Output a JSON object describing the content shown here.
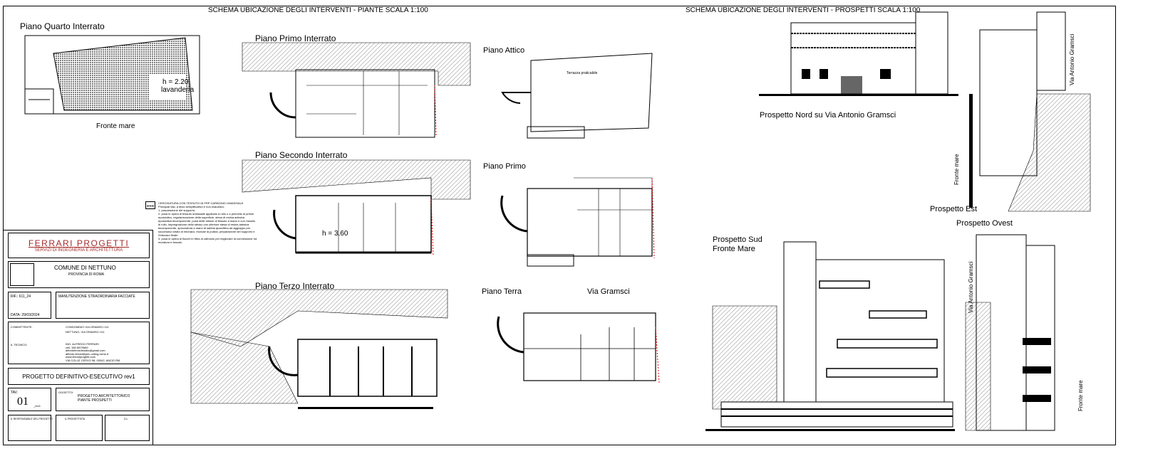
{
  "headers": {
    "plans": "SCHEMA UBICAZIONE DEGLI INTERVENTI - PIANTE SCALA 1:100",
    "elevations": "SCHEMA UBICAZIONE DEGLI INTERVENTI - PROSPETTI SCALA 1:100"
  },
  "plans": {
    "quarto": {
      "title": "Piano Quarto Interrato",
      "height": "h = 2.20",
      "room": "lavanderia",
      "caption": "Fronte mare"
    },
    "primo_interrato": {
      "title": "Piano Primo Interrato"
    },
    "secondo": {
      "title": "Piano Secondo Interrato",
      "height": "h = 3.60"
    },
    "terzo": {
      "title": "Piano Terzo Interrato"
    },
    "attico": {
      "title": "Piano Attico",
      "room": "Terrazza praticabile"
    },
    "primo": {
      "title": "Piano Primo"
    },
    "terra": {
      "title": "Piano Terra",
      "street": "Via Gramsci"
    }
  },
  "elevations": {
    "nord": "Prospetto Nord su Via Antonio Gramsci",
    "est": "Prospetto Est",
    "ovest": "Prospetto Ovest",
    "sud_1": "Prospetto Sud",
    "sud_2": "Fronte Mare",
    "via_gramsci_1": "Via Antonio Gramsci",
    "via_gramsci_2": "Via Antonio Gramsci",
    "fronte_mare_1": "Fronte mare",
    "fronte_mare_2": "Fronte mare"
  },
  "legend": {
    "title": "CERCHIATURA CON TESSUTO IN FRP CARBONIO UNIASSIALE",
    "subtitle": "Principali fasi, a titolo semplificativo e non esaustivo:",
    "items": [
      "1. preparazione del supporto;",
      "2. posa in opera di tessuto uniassiale applicato a rullo o a pennello di primer epossidico, regolarizzazione della superficie, stesa di resina adesiva epossidica bicomponente, posa delle strisce di tessuto a mano e con l'ausilio di rullo, impregnazione dello stesso con ulteriore stesa di resina adesiva bicomponente, spruzzatura a mano di sabbia quarzifera ad aggrappo per successivo strato di intonaco, escluse la pulizia, preparazione del supporto e l'intonaco finale",
      "3. posa in opera di fiocchi in fibra di carbonio per migliorare la connessione tra muratura e tessuto"
    ]
  },
  "title_block": {
    "company": "FERRARI PROGETTI",
    "company_sub": "SERVIZI DI INGEGNERIA E ARCHITETTURA",
    "comune": "COMUNE DI NETTUNO",
    "provincia": "PROVINCIA DI ROMA",
    "rif": "RIF.: 611_24",
    "data": "DATA: 29/03/2024",
    "intervento": "MANUTENZIONE STRAORDINARIA FACCIATE",
    "committente_label": "COMMITTENTE:",
    "committente_1": "CONDOMINIO VIA GRAMSCI 111",
    "committente_2": "NETTUNO, VIA GRAMSCI 111",
    "tecnico_label": "IL TECNICO:",
    "tecnico": [
      "ING. ALFREDO FERRARI",
      "cell. 360 8875569",
      "alfredoferraristudio@gmail.com",
      "alfredo.ferrari@pec.ording.roma.it",
      "www.ferrariprogetti.com",
      "VIA COLLE CERVO 98, 00042, ANZIO RM"
    ],
    "progetto": "PROGETTO DEFINITIVO-ESECUTIVO rev1",
    "tav_label": "TAV.",
    "tav": "01",
    "tav_rev": "_rev1",
    "oggetto_label": "OGGETTO:",
    "oggetto_1": "PROGETTO ARCHITETTONICO",
    "oggetto_2": "PIANTE PROSPETTI",
    "resp_label": "IL RESPONSABILE DEL PROGETTO",
    "progettista_label": "IL PROGETTISTA",
    "dl_label": "D.L."
  }
}
